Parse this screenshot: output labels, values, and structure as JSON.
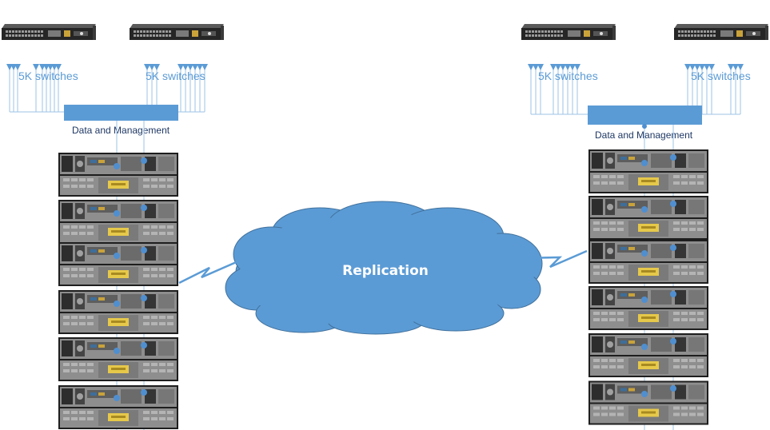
{
  "diagram": {
    "left_site": {
      "switch_labels": [
        "5K switches",
        "5K switches"
      ],
      "bus_label": "Data and Management"
    },
    "right_site": {
      "switch_labels": [
        "5K switches",
        "5K switches"
      ],
      "bus_label": "Data and Management"
    },
    "cloud_label": "Replication",
    "colors": {
      "cloud": "#5b9bd5",
      "bus": "#5b9bd5",
      "link": "#5b9bd5",
      "switch_body": "#2b2b2b",
      "server_face": "#8c8c8c",
      "server_pull_tab": "#e6c84a"
    },
    "icons": [
      "network-switch-icon",
      "server-node-icon",
      "cloud-icon",
      "lightning-link-icon"
    ]
  }
}
